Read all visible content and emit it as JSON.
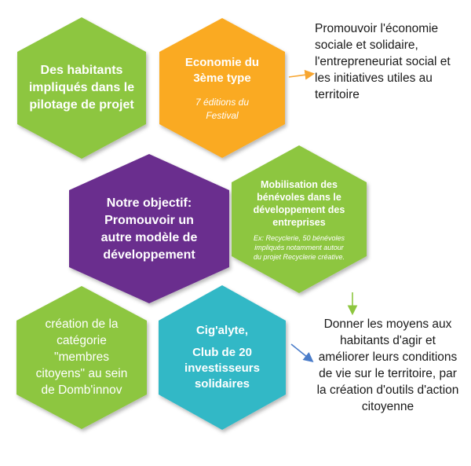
{
  "colors": {
    "green": "#8DC63F",
    "orange": "#FAAA20",
    "purple": "#6B2E8E",
    "teal": "#32B8C6",
    "arrow_orange": "#F7A631",
    "arrow_green": "#8DC63F",
    "arrow_blue": "#4A7CC9"
  },
  "hexes": {
    "habitants": {
      "title": "Des habitants impliqués dans le pilotage de projet"
    },
    "economie": {
      "title": "Economie du 3ème type",
      "subtitle": "7 éditions du Festival"
    },
    "objectif": {
      "title": "Notre objectif: Promouvoir un autre modèle de développement"
    },
    "mobilisation": {
      "title": "Mobilisation des bénévoles dans le développement des entreprises",
      "subtitle": "Ex: Recyclerie, 50 bénévoles impliqués notamment autour du projet Recyclerie créative."
    },
    "creation": {
      "title": "création de la catégorie \"membres citoyens\" au sein de Domb'innov"
    },
    "cigalyte": {
      "title": "Cig'alyte,",
      "subtitle": "Club de 20 investisseurs solidaires"
    }
  },
  "texts": {
    "promouvoir": "Promouvoir l'économie sociale et solidaire, l'entrepreneuriat social et les initiatives utiles au territoire",
    "donner": "Donner les moyens aux habitants d'agir et améliorer leurs conditions de vie sur le territoire, par la création d'outils d'action citoyenne"
  }
}
